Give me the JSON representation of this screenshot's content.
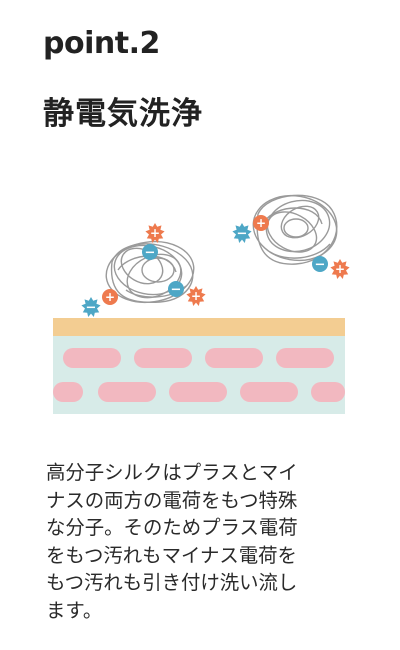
{
  "header": {
    "point_label": "point.2",
    "title": "静電気洗浄"
  },
  "illustration": {
    "plus_sign": "+",
    "minus_sign": "−",
    "colors": {
      "plus": "#ee7a4e",
      "minus": "#4ea7c6",
      "skin_top": "#f3cd92",
      "skin_base": "#d7ebe8",
      "cells": "#f2b8c0",
      "silk_thread": "#9a9a9a"
    }
  },
  "description": {
    "lines": [
      "高分子シルクはプラスとマイ",
      "ナスの両方の電荷をもつ特殊",
      "な分子。そのためプラス電荷",
      "をもつ汚れもマイナス電荷を",
      "もつ汚れも引き付け洗い流し",
      "ます。"
    ]
  }
}
